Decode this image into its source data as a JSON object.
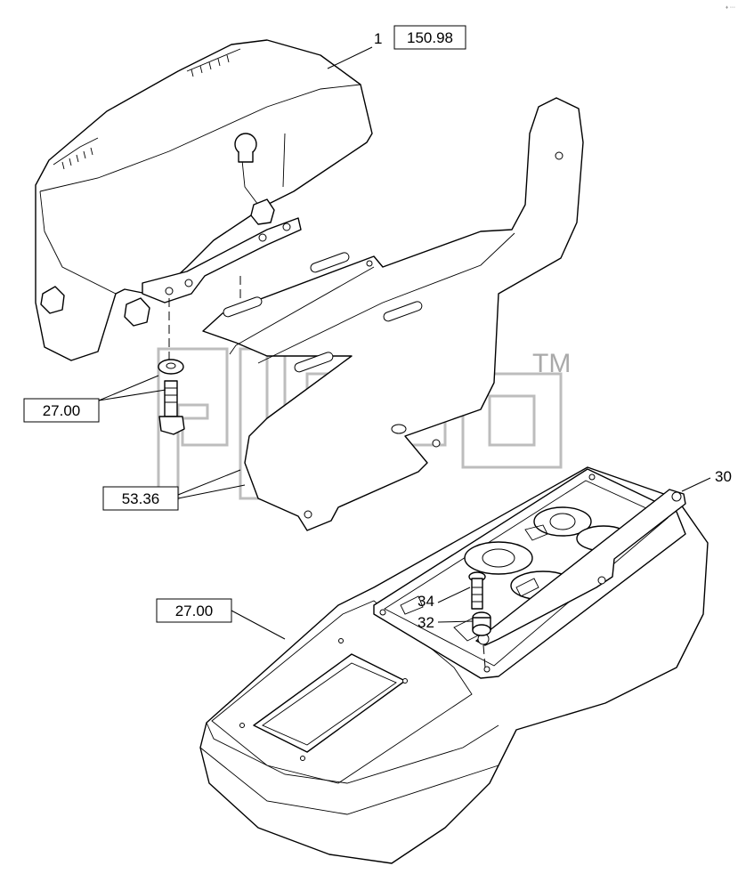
{
  "watermark": {
    "tm": "TM"
  },
  "corner_mark": "♦ ◦◦◦",
  "reference_boxes": [
    {
      "id": "ref-150",
      "label": "150.98"
    },
    {
      "id": "ref-27a",
      "label": "27.00"
    },
    {
      "id": "ref-53",
      "label": "53.36"
    },
    {
      "id": "ref-27b",
      "label": "27.00"
    }
  ],
  "callouts": [
    {
      "id": "c1",
      "label": "1"
    },
    {
      "id": "c30",
      "label": "30"
    },
    {
      "id": "c34",
      "label": "34"
    },
    {
      "id": "c32",
      "label": "32"
    }
  ]
}
